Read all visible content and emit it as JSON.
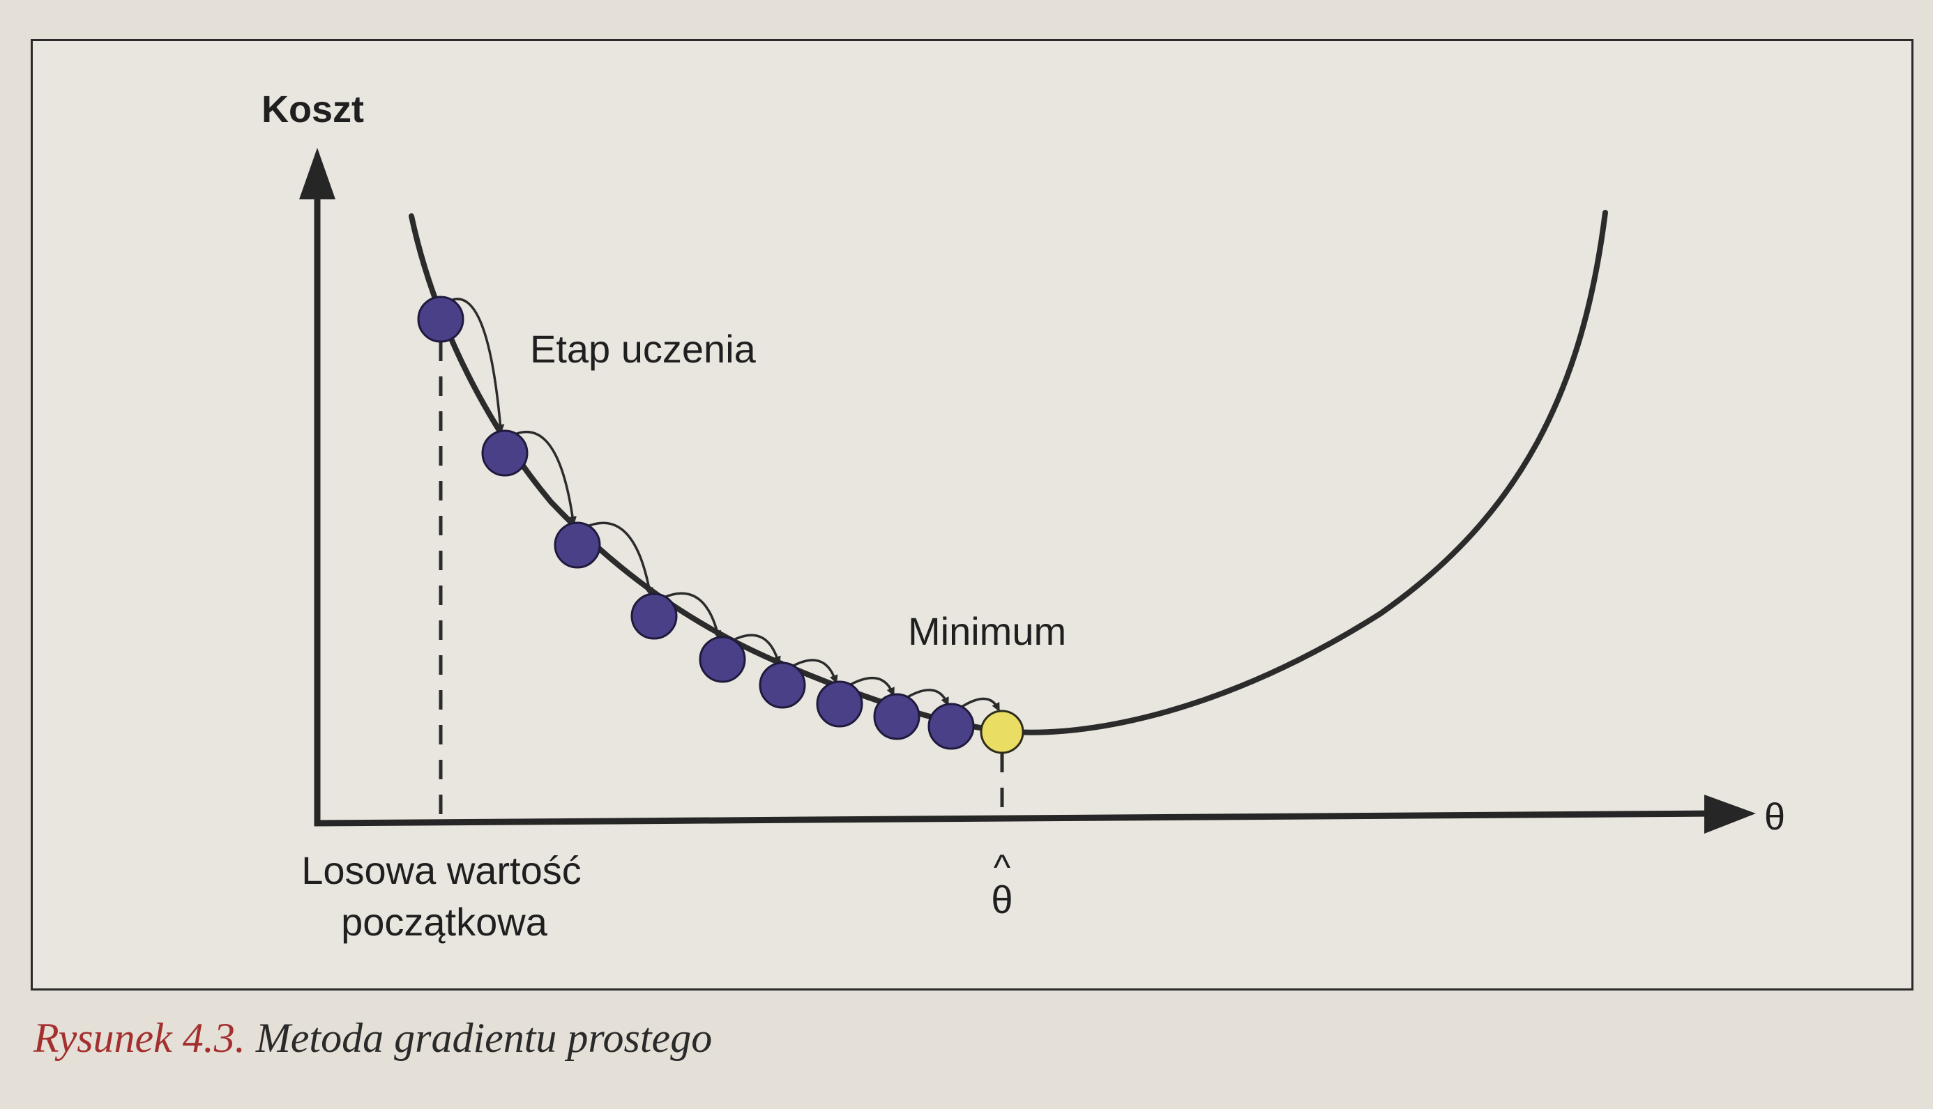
{
  "figure": {
    "labels": {
      "y_axis": "Koszt",
      "x_axis": "θ",
      "learning_step": "Etap uczenia",
      "minimum": "Minimum",
      "start_line1": "Losowa wartość",
      "start_line2": "początkowa",
      "theta_hat_caret": "^",
      "theta_hat_symbol": "θ"
    },
    "step_count": 10,
    "colors": {
      "step_dot": "#4a4088",
      "minimum_dot": "#e9dd63",
      "curve": "#2b2b2b"
    }
  },
  "caption": {
    "prefix": "Rysunek 4.3.",
    "text": "Metoda gradientu prostego"
  }
}
